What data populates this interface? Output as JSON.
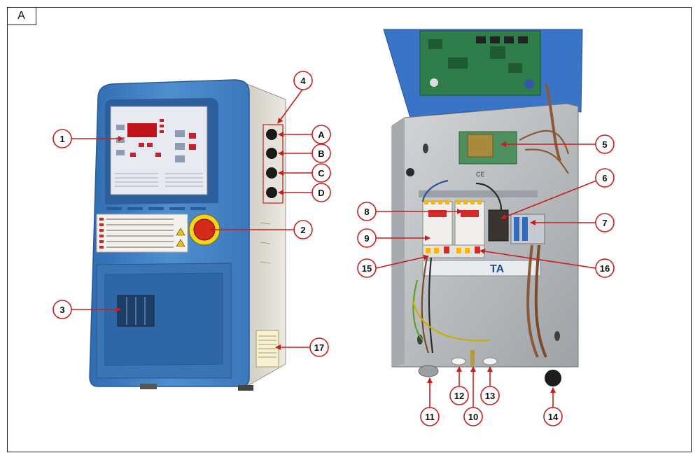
{
  "panel_label": "A",
  "callouts": {
    "c1": "1",
    "c2": "2",
    "c3": "3",
    "c4": "4",
    "cA": "A",
    "cB": "B",
    "cC": "C",
    "cD": "D",
    "c5": "5",
    "c6": "6",
    "c7": "7",
    "c8": "8",
    "c9": "9",
    "c10": "10",
    "c11": "11",
    "c12": "12",
    "c13": "13",
    "c14": "14",
    "c15": "15",
    "c16": "16",
    "c17": "17"
  },
  "device_text": {
    "ta_label": "TA",
    "ce_mark": "CE"
  },
  "colors": {
    "callout_line": "#c81e1e",
    "housing_blue": "#3f7fc0",
    "housing_grey": "#d8d4cc",
    "emergency_red": "#d42a1a",
    "cabinet_grey": "#bfc1c3",
    "door_blue": "#3a74c6",
    "pcb_green": "#2e7d4a"
  }
}
